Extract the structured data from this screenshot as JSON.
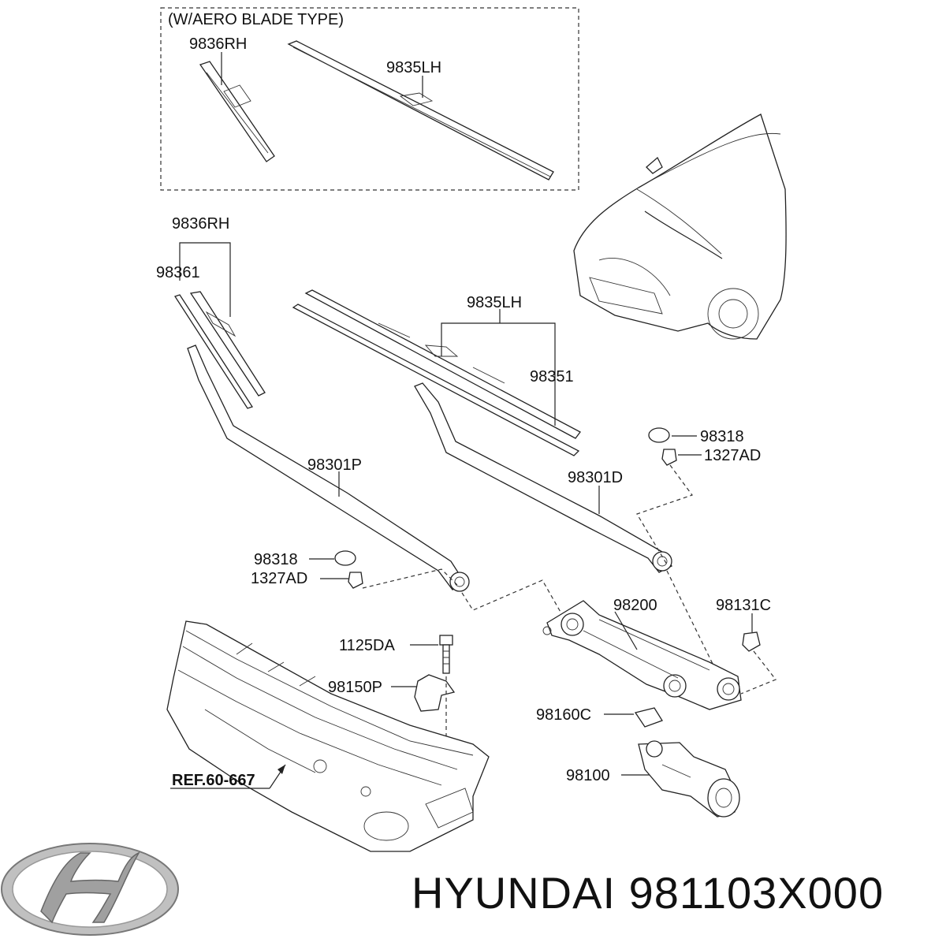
{
  "diagram": {
    "aero_box_title": "(W/AERO BLADE TYPE)",
    "labels": {
      "aero_9836rh": "9836RH",
      "aero_9835lh": "9835LH",
      "main_9836rh": "9836RH",
      "main_98361": "98361",
      "main_9835lh": "9835LH",
      "main_98351": "98351",
      "right_98318": "98318",
      "right_1327ad": "1327AD",
      "arm_98301d": "98301D",
      "arm_98301p": "98301P",
      "left_98318": "98318",
      "left_1327ad": "1327AD",
      "linkage_98200": "98200",
      "nut_98131c": "98131C",
      "bolt_1125da": "1125DA",
      "bracket_98150p": "98150P",
      "bracket_98160c": "98160C",
      "motor_98100": "98100",
      "ref": "REF.60-667"
    }
  },
  "footer": {
    "brand_text": "HYUNDAI 981103X000"
  }
}
